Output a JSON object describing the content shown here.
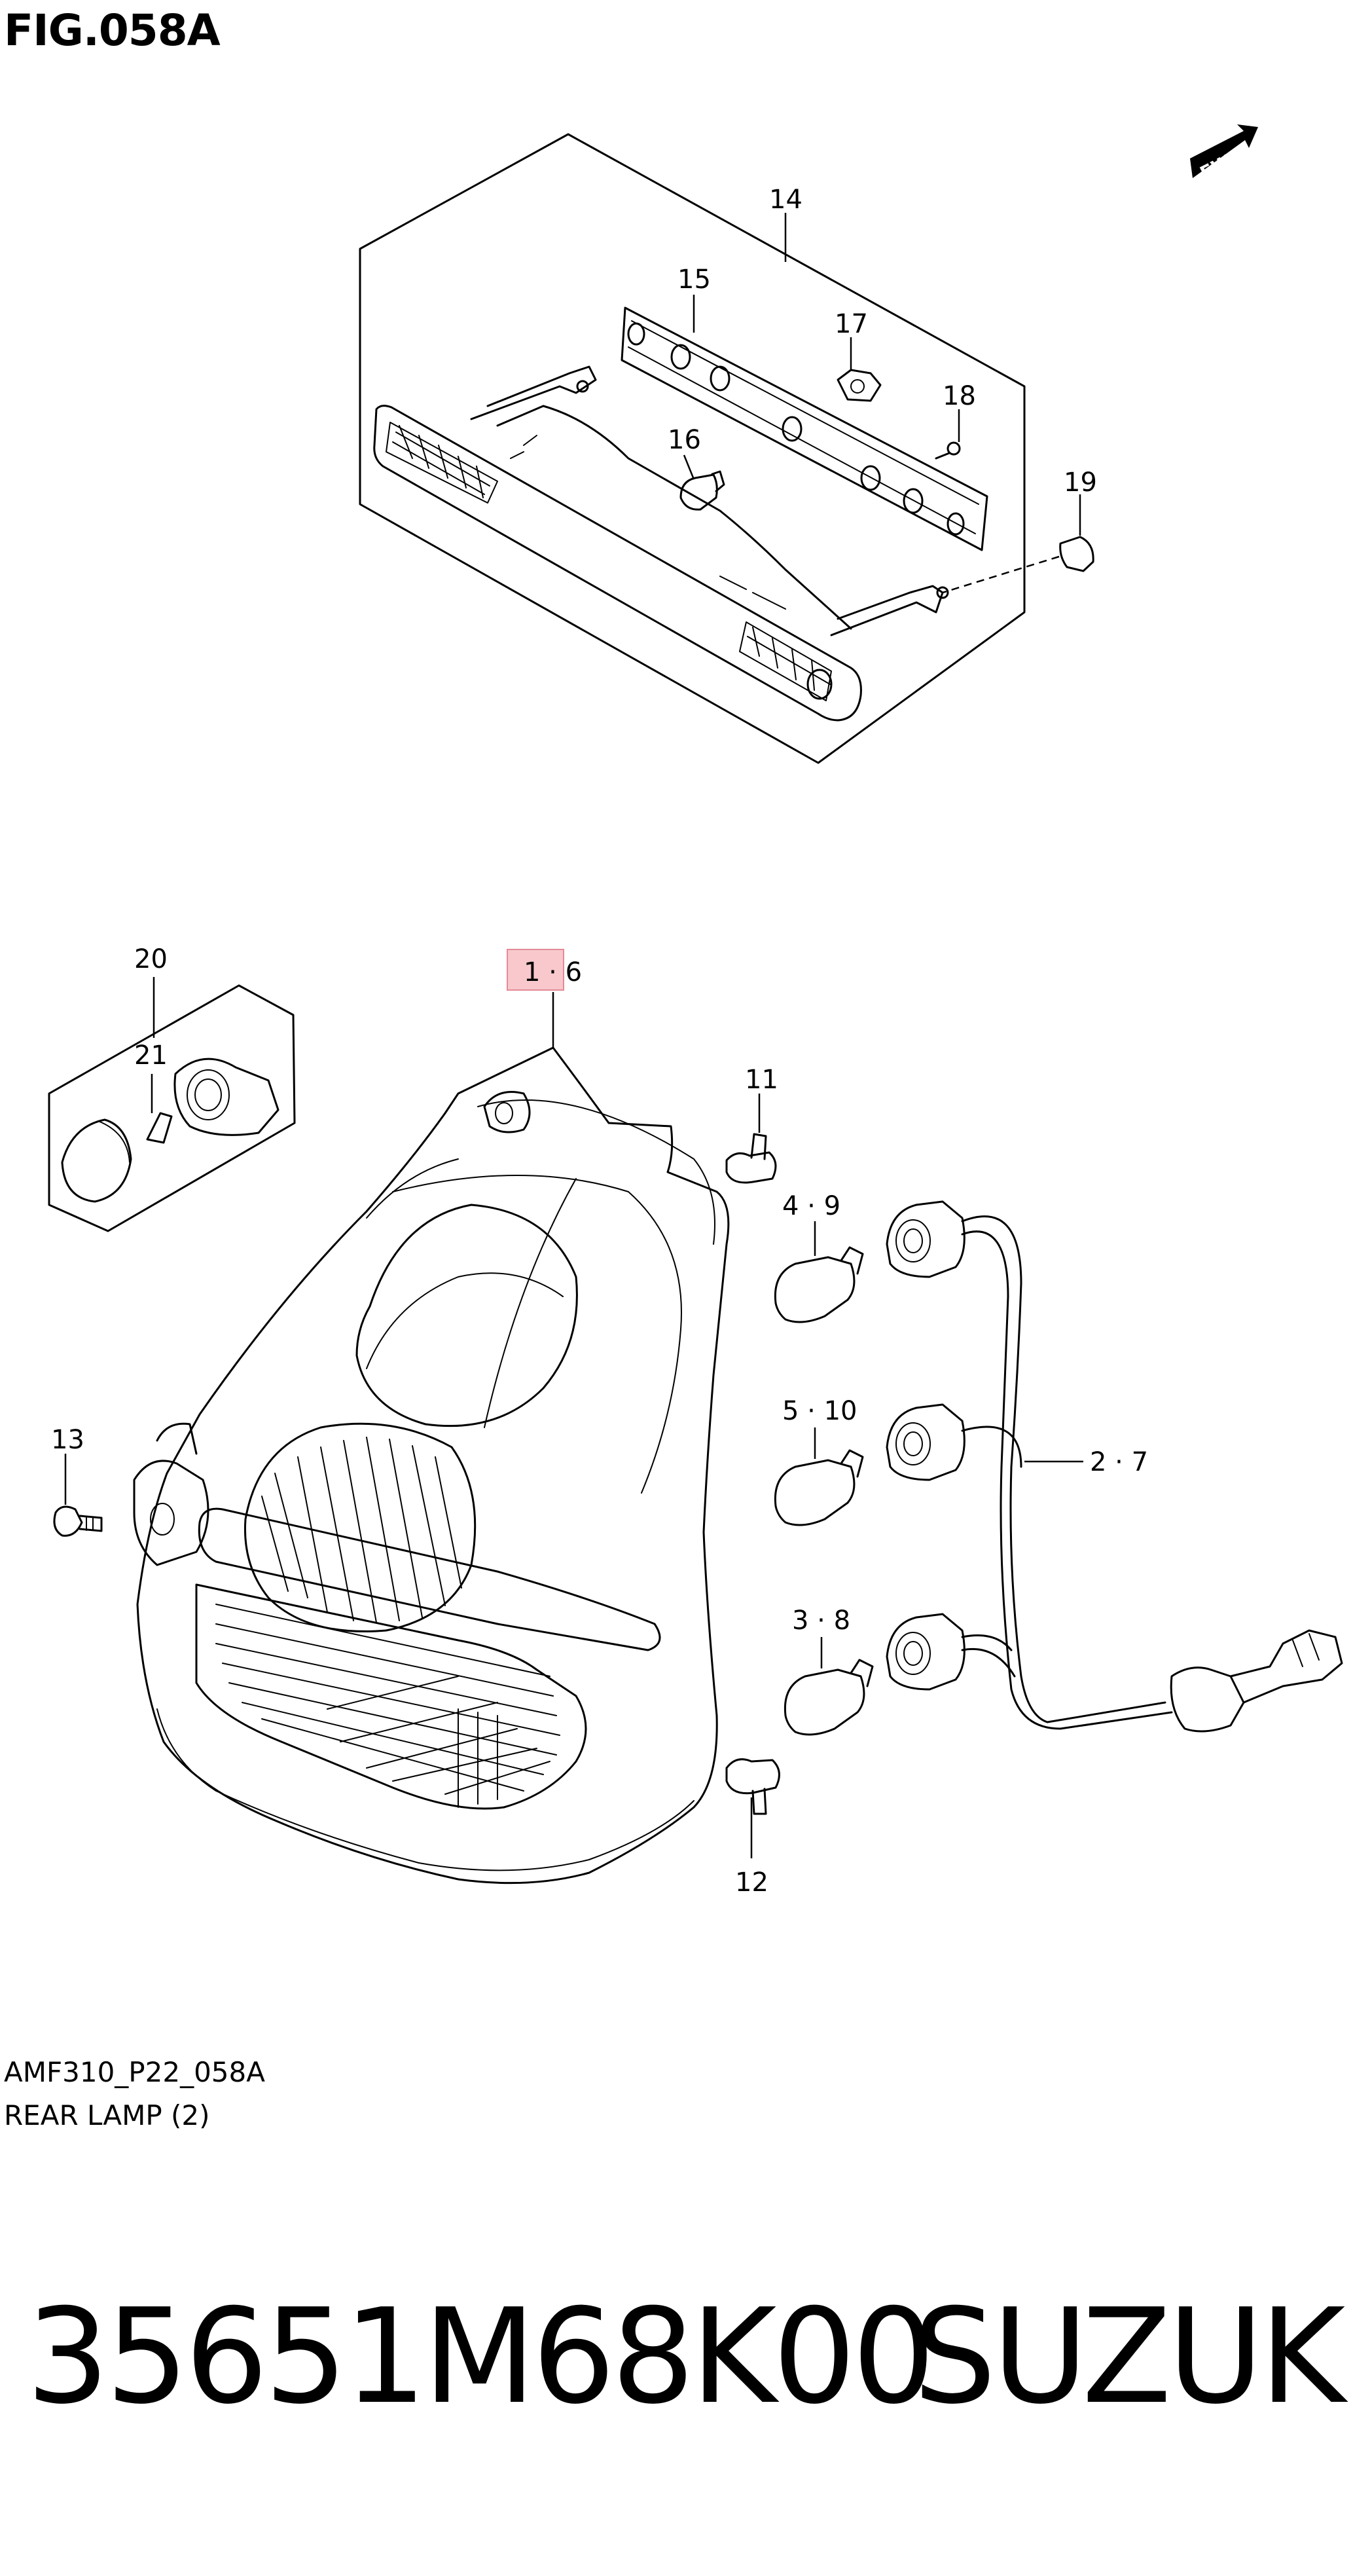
{
  "figure": {
    "id": "FIG.058A",
    "code": "AMF310_P22_058A",
    "caption": "REAR LAMP (2)",
    "direction_badge": "FWD"
  },
  "part": {
    "number": "35651M68K00",
    "brand": "SUZUKI"
  },
  "callouts": {
    "c14": "14",
    "c15": "15",
    "c16": "16",
    "c17": "17",
    "c18": "18",
    "c19": "19",
    "c20": "20",
    "c21": "21",
    "c1_6": "1 · 6",
    "c11": "11",
    "c4_9": "4 · 9",
    "c5_10": "5 · 10",
    "c2_7": "2 · 7",
    "c3_8": "3 · 8",
    "c13": "13",
    "c12": "12"
  },
  "highlight_color": "#f8c8cc"
}
